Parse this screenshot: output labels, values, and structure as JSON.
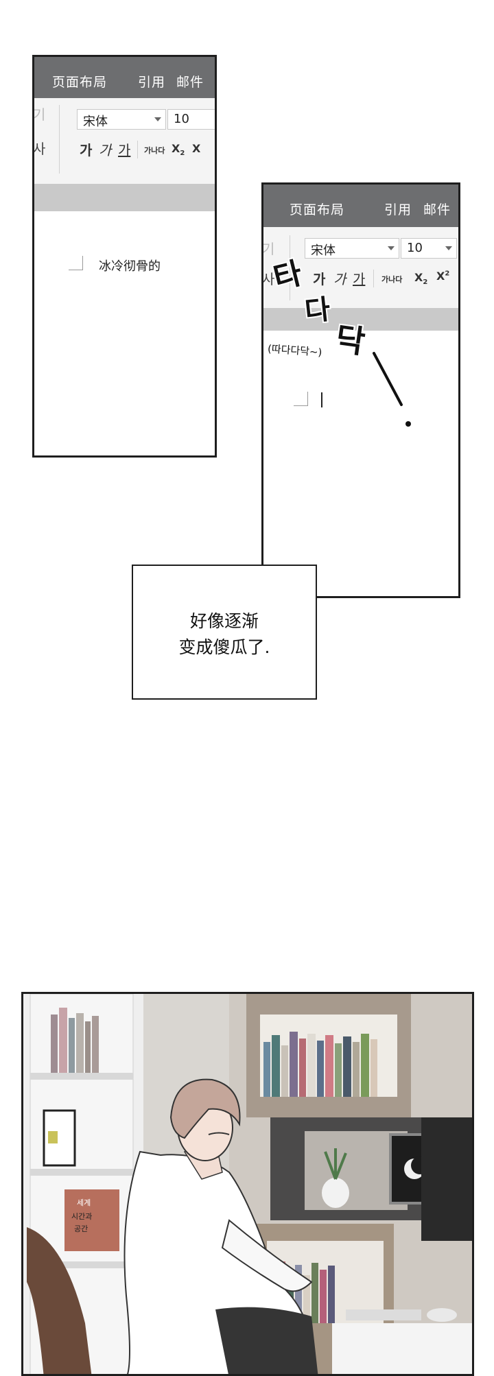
{
  "panel1": {
    "menu": [
      "页面布局",
      "引用",
      "邮件"
    ],
    "toolbar_fragments": [
      "기",
      "사"
    ],
    "font_name": "宋体",
    "font_size": "10",
    "format_buttons": [
      "가",
      "가",
      "가"
    ],
    "strike_label": "가나다",
    "subscript_label": "X",
    "subscript_mark": "2",
    "superscript_label": "X",
    "doc_text": "冰冷彻骨的"
  },
  "panel2": {
    "menu": [
      "页面布局",
      "引用",
      "邮件"
    ],
    "toolbar_fragments": [
      "기",
      "사"
    ],
    "font_name": "宋体",
    "font_size": "10",
    "format_buttons": [
      "가",
      "가",
      "가"
    ],
    "strike_label": "가나다",
    "subscript_label": "X",
    "subscript_mark": "2",
    "superscript_label": "X",
    "superscript_mark": "2"
  },
  "sfx": {
    "main": [
      "타",
      "다",
      "닥"
    ],
    "small": "(따다다닥~)",
    "marks": "\\ ."
  },
  "caption": {
    "line1": "好像逐渐",
    "line2": "变成傻瓜了."
  },
  "scene": {
    "shelf_sign": [
      "세계",
      "시간과",
      "공간"
    ]
  },
  "colors": {
    "menubar": "#6d6e70",
    "toolbar": "#f4f4f4",
    "strip": "#c9c9c9",
    "border": "#1e1e1e"
  }
}
